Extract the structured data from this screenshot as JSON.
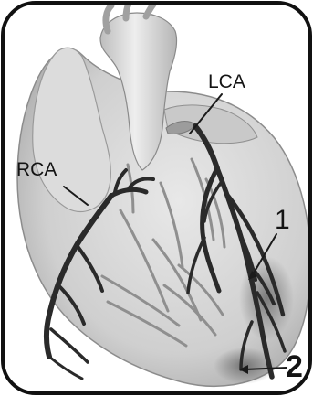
{
  "diagram": {
    "labels": {
      "lca": "LCA",
      "rca": "RCA",
      "marker_1": "1",
      "marker_2": "2"
    },
    "colors": {
      "frame": "#111111",
      "heart_base": "#d3d3d3",
      "heart_shadow": "#a8a8a8",
      "heart_highlight": "#eeeeee",
      "vessels": "#2a2a2a",
      "minor_vessels": "#8f8f8f",
      "lesion_shading": "#6e6e6e"
    }
  }
}
